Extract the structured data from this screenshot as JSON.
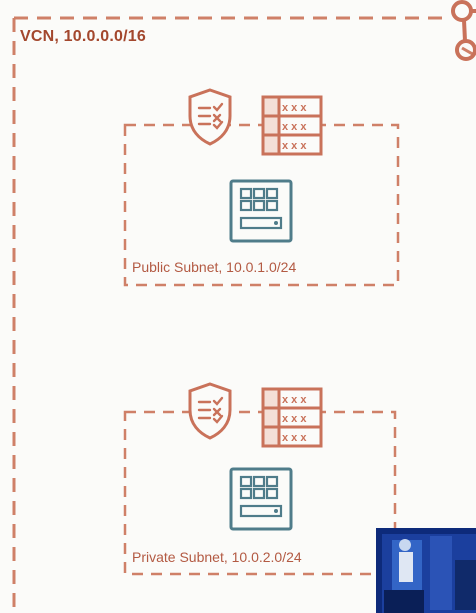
{
  "vcn": {
    "label": "VCN, 10.0.0.0/16"
  },
  "subnets": [
    {
      "label": "Public Subnet, 10.0.1.0/24",
      "icons": [
        "security-list-shield-icon",
        "route-table-icon",
        "compute-instance-icon"
      ]
    },
    {
      "label": "Private Subnet, 10.0.2.0/24",
      "icons": [
        "security-list-shield-icon",
        "route-table-icon",
        "compute-instance-icon"
      ]
    }
  ],
  "overlay": {
    "icon": "video-thumbnail"
  },
  "colors": {
    "oci_orange": "#c9725a",
    "label_red": "#a3472d",
    "compute_teal": "#4f7c8a",
    "background": "#fbfbf9"
  }
}
